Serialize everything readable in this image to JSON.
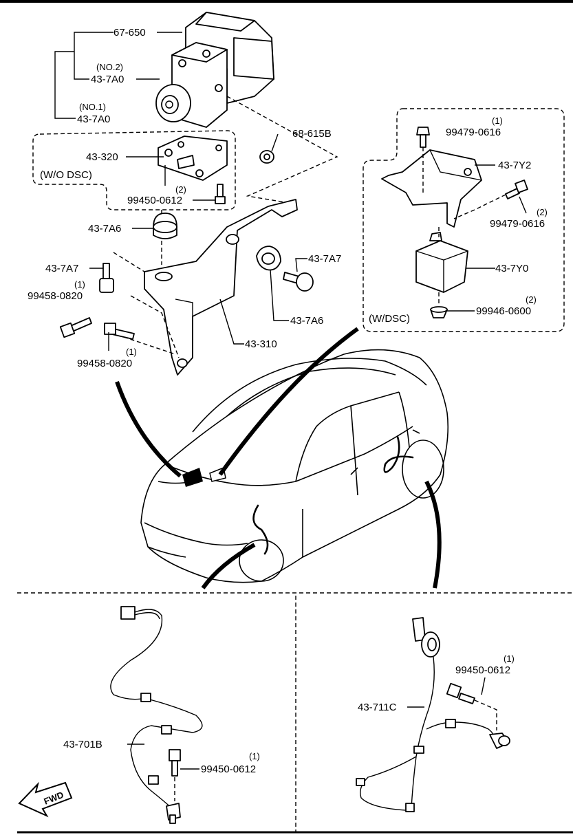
{
  "labels": {
    "p67650": "67-650",
    "no2": "(NO.2)",
    "p437a0_2": "43-7A0",
    "no1": "(NO.1)",
    "p437a0_1": "43-7A0",
    "p43320": "43-320",
    "wodsc": "(W/O DSC)",
    "q2a": "(2)",
    "p99450_0612a": "99450-0612",
    "p68615b": "68-615B",
    "p437a6a": "43-7A6",
    "p437a7a": "43-7A7",
    "q1a": "(1)",
    "p99458_0820a": "99458-0820",
    "p437a7b": "43-7A7",
    "p437a6b": "43-7A6",
    "q1b": "(1)",
    "p99458_0820b": "99458-0820",
    "p43310": "43-310",
    "q1c": "(1)",
    "p99479_0616a": "99479-0616",
    "p437y2": "43-7Y2",
    "q2b": "(2)",
    "p99479_0616b": "99479-0616",
    "p437y0": "43-7Y0",
    "q2c": "(2)",
    "p99946_0600": "99946-0600",
    "wdsc": "(W/DSC)",
    "p43701b": "43-701B",
    "q1d": "(1)",
    "p99450_0612b": "99450-0612",
    "q1e": "(1)",
    "p99450_0612c": "99450-0612",
    "p43711c": "43-711C",
    "fwd": "FWD"
  },
  "icons": {
    "fwd_arrow": "fwd-arrow-icon"
  }
}
